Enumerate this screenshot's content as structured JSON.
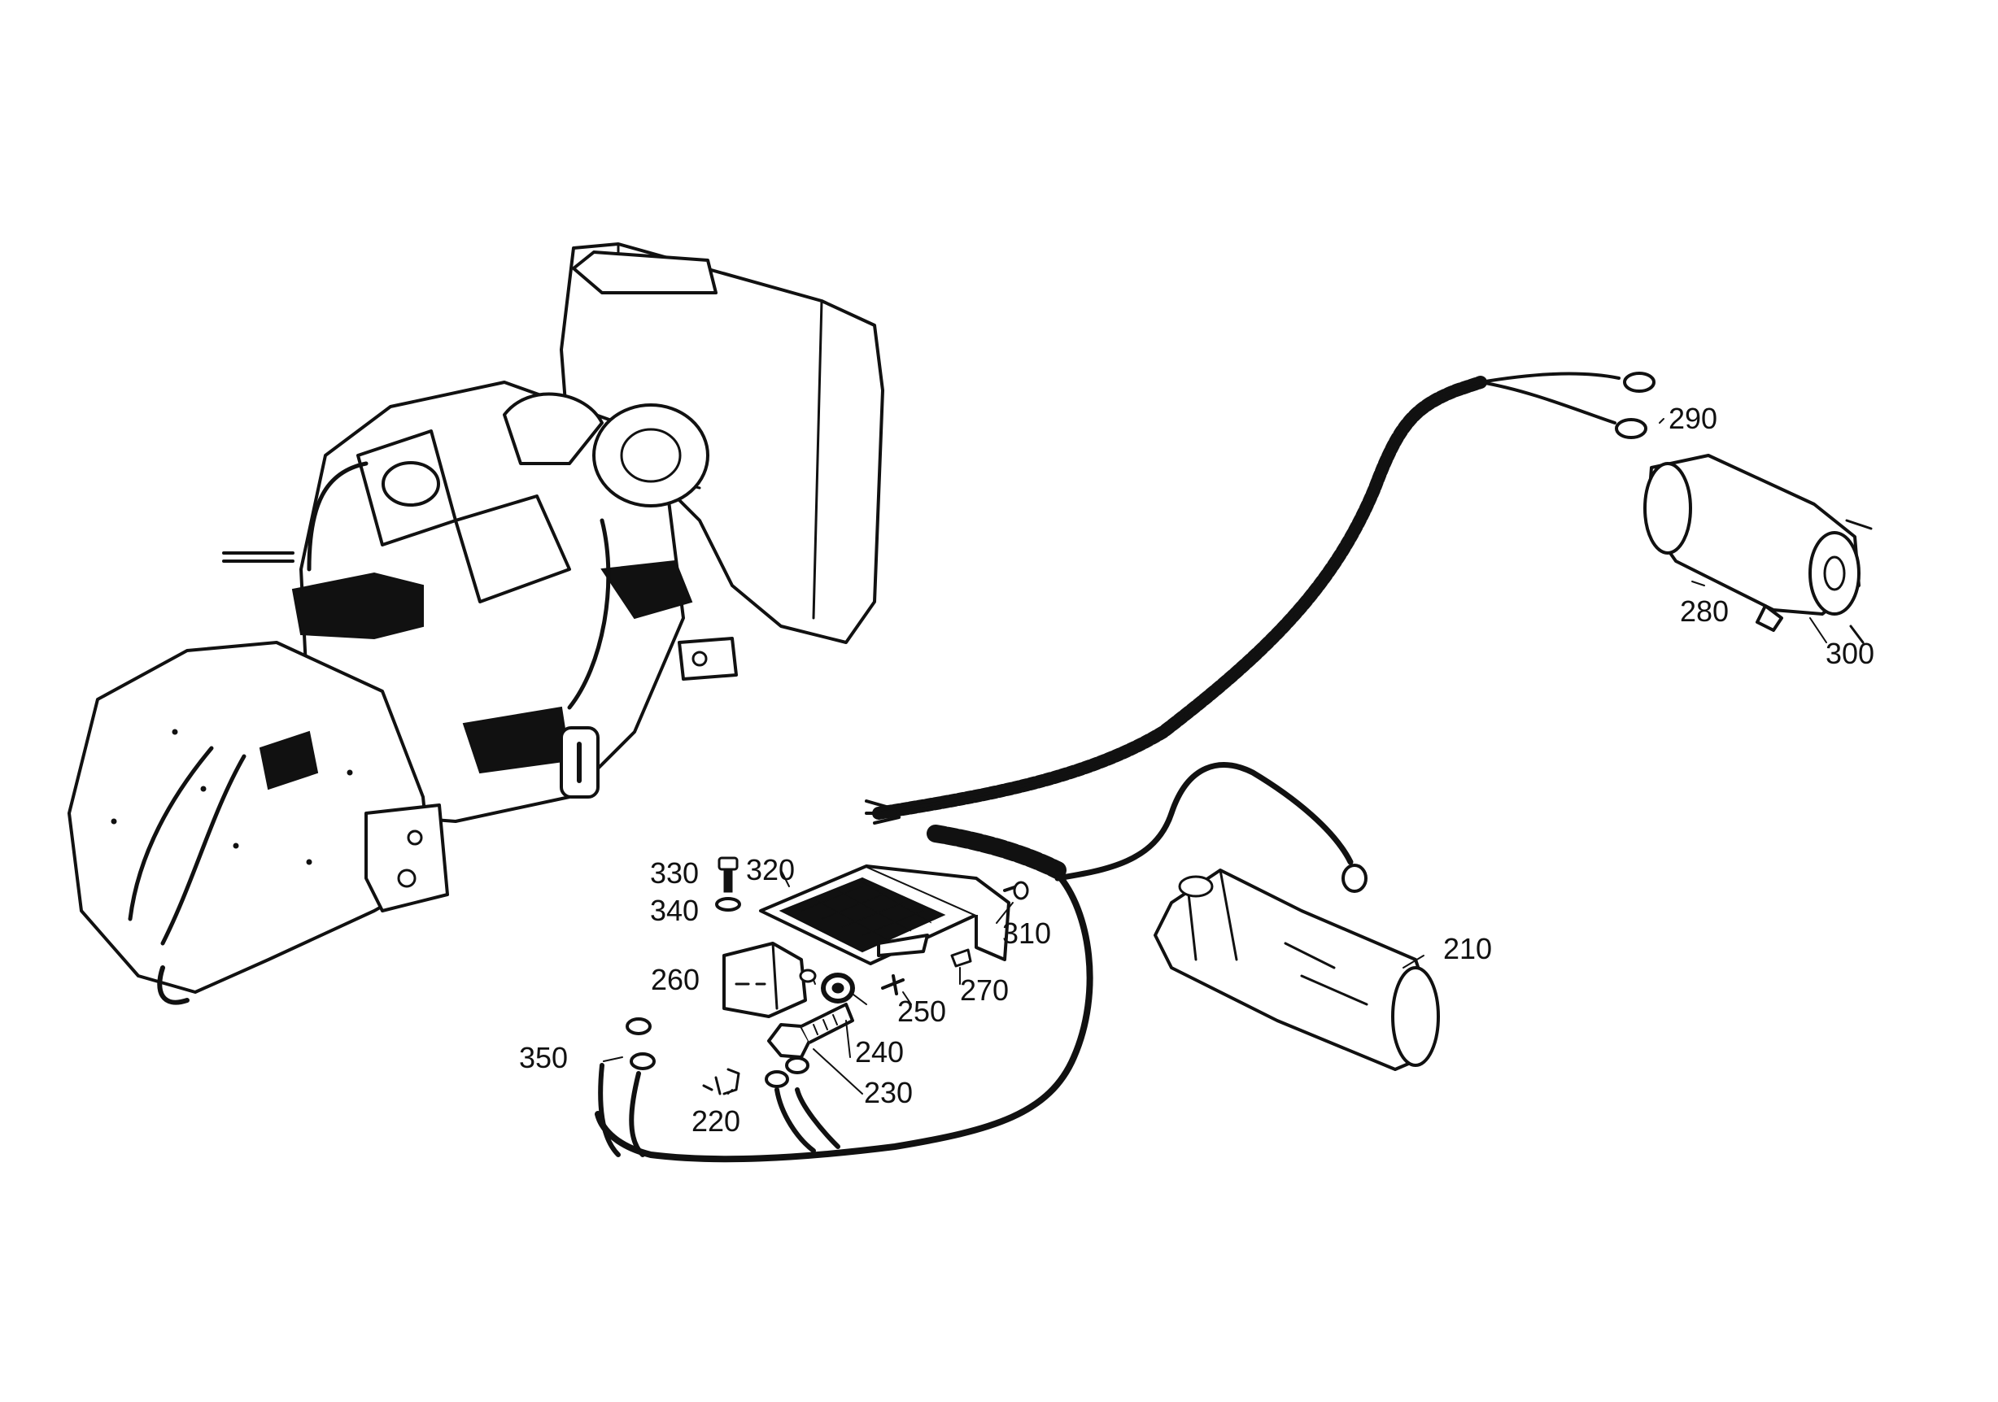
{
  "callouts": {
    "c210": "210",
    "c220": "220",
    "c230": "230",
    "c240": "240",
    "c250": "250",
    "c260": "260",
    "c270": "270",
    "c280": "280",
    "c290": "290",
    "c300": "300",
    "c310": "310",
    "c320": "320",
    "c330": "330",
    "c340": "340",
    "c350": "350"
  },
  "colors": {
    "ink": "#111111",
    "paper": "#ffffff"
  }
}
